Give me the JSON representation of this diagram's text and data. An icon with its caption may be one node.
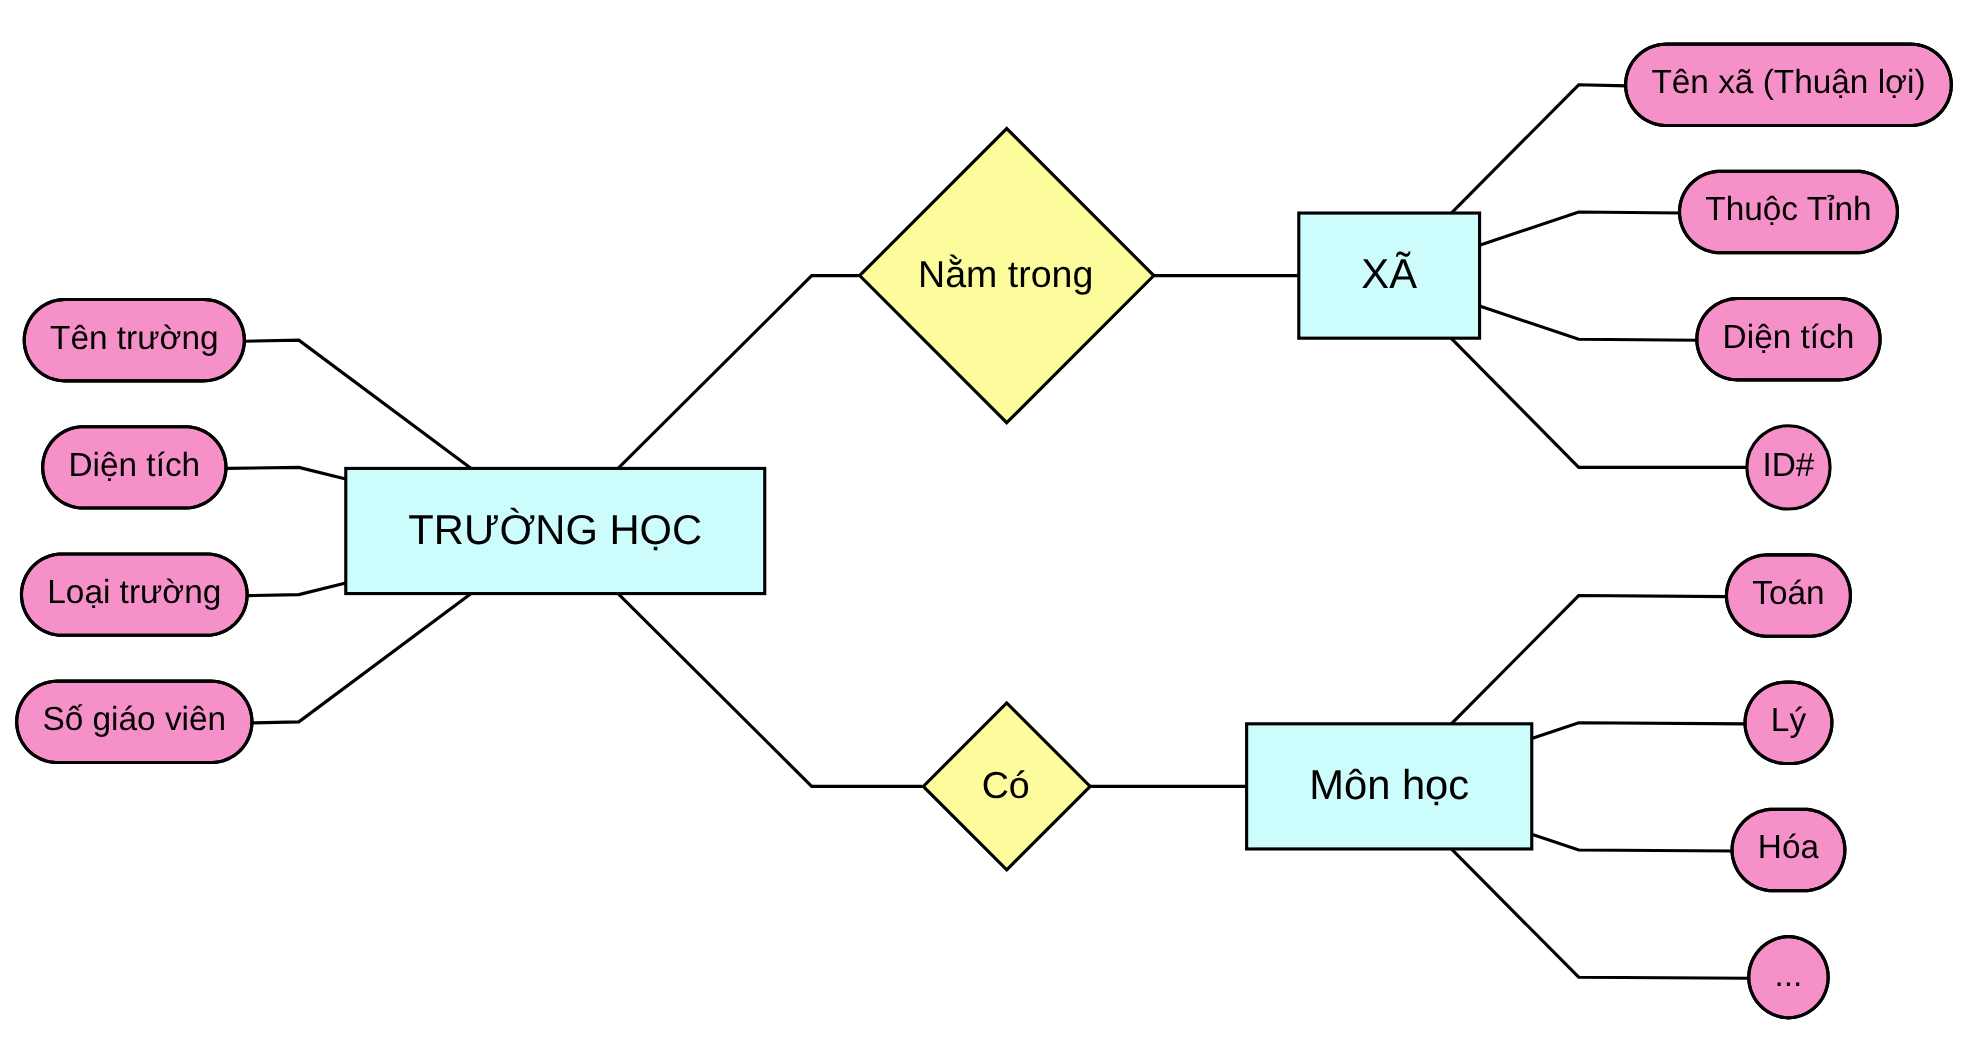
{
  "diagram": {
    "nodes": [
      {
        "text": [
          "Tên trường"
        ]
      },
      {
        "text": [
          "Diện tích"
        ]
      },
      {
        "text": [
          "Loại trường"
        ]
      },
      {
        "text": [
          "Số giáo viên"
        ]
      },
      {
        "text": [
          "TRƯỜNG HỌC"
        ]
      },
      {
        "text": [
          "Nằm trong"
        ]
      },
      {
        "text": [
          "XÃ"
        ]
      },
      {
        "text": [
          "Tên xã (Thuận lợi)"
        ]
      },
      {
        "text": [
          "Thuộc Tỉnh"
        ]
      },
      {
        "text": [
          "Diện tích"
        ]
      },
      {
        "text": [
          "ID#"
        ]
      },
      {
        "text": [
          "Có"
        ]
      },
      {
        "text": [
          "Môn học"
        ]
      },
      {
        "text": [
          "Toán"
        ]
      },
      {
        "text": [
          "Lý"
        ]
      },
      {
        "text": [
          "Hóa"
        ]
      },
      {
        "text": [
          "..."
        ]
      }
    ],
    "edges": [
      {
        "from": 0,
        "to": 4,
        "arrow": "none"
      },
      {
        "from": 1,
        "to": 4,
        "arrow": "none"
      },
      {
        "from": 2,
        "to": 4,
        "arrow": "none"
      },
      {
        "from": 3,
        "to": 4,
        "arrow": "none"
      },
      {
        "from": 4,
        "to": 5,
        "arrow": "none"
      },
      {
        "from": 5,
        "to": 6,
        "arrow": "none"
      },
      {
        "from": 6,
        "to": 7,
        "arrow": "none"
      },
      {
        "from": 6,
        "to": 8,
        "arrow": "none"
      },
      {
        "from": 6,
        "to": 9,
        "arrow": "none"
      },
      {
        "from": 6,
        "to": 10,
        "arrow": "none"
      },
      {
        "from": 4,
        "to": 11,
        "arrow": "none"
      },
      {
        "from": 11,
        "to": 12,
        "arrow": "none"
      },
      {
        "from": 12,
        "to": 13,
        "arrow": "none"
      },
      {
        "from": 12,
        "to": 14,
        "arrow": "none"
      },
      {
        "from": 12,
        "to": 15,
        "arrow": "none"
      },
      {
        "from": 12,
        "to": 16,
        "arrow": "none"
      }
    ]
  }
}
